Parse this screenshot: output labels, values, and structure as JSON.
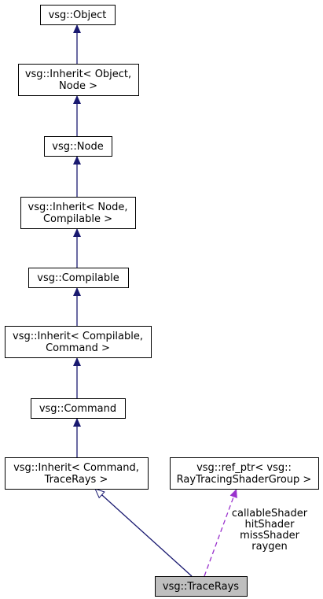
{
  "colors": {
    "node_border": "#000000",
    "node_fill": "#ffffff",
    "highlight_fill": "#bfbfbf",
    "inherit_edge": "#191970",
    "usage_edge": "#9a32cd"
  },
  "nodes": [
    {
      "id": "object",
      "lines": [
        "vsg::Object"
      ]
    },
    {
      "id": "inherit-object-node",
      "lines": [
        "vsg::Inherit< Object,",
        "Node >"
      ]
    },
    {
      "id": "node",
      "lines": [
        "vsg::Node"
      ]
    },
    {
      "id": "inherit-node-compilable",
      "lines": [
        "vsg::Inherit< Node,",
        "Compilable >"
      ]
    },
    {
      "id": "compilable",
      "lines": [
        "vsg::Compilable"
      ]
    },
    {
      "id": "inherit-compilable-command",
      "lines": [
        "vsg::Inherit< Compilable,",
        "Command >"
      ]
    },
    {
      "id": "command",
      "lines": [
        "vsg::Command"
      ]
    },
    {
      "id": "inherit-command-tracerays",
      "lines": [
        "vsg::Inherit< Command,",
        "TraceRays >"
      ]
    },
    {
      "id": "ref-ptr-raytracingshadergroup",
      "lines": [
        "vsg::ref_ptr< vsg::",
        "RayTracingShaderGroup >"
      ]
    },
    {
      "id": "tracerays",
      "lines": [
        "vsg::TraceRays"
      ],
      "highlighted": true
    }
  ],
  "edges": [
    {
      "from": "inherit-object-node",
      "to": "object",
      "kind": "inherit"
    },
    {
      "from": "node",
      "to": "inherit-object-node",
      "kind": "inherit"
    },
    {
      "from": "inherit-node-compilable",
      "to": "node",
      "kind": "inherit"
    },
    {
      "from": "compilable",
      "to": "inherit-node-compilable",
      "kind": "inherit"
    },
    {
      "from": "inherit-compilable-command",
      "to": "compilable",
      "kind": "inherit"
    },
    {
      "from": "command",
      "to": "inherit-compilable-command",
      "kind": "inherit"
    },
    {
      "from": "inherit-command-tracerays",
      "to": "command",
      "kind": "inherit"
    },
    {
      "from": "tracerays",
      "to": "inherit-command-tracerays",
      "kind": "inherit"
    },
    {
      "from": "tracerays",
      "to": "ref-ptr-raytracingshadergroup",
      "kind": "usage",
      "labels": [
        "callableShader",
        "hitShader",
        "missShader",
        "raygen"
      ]
    }
  ]
}
